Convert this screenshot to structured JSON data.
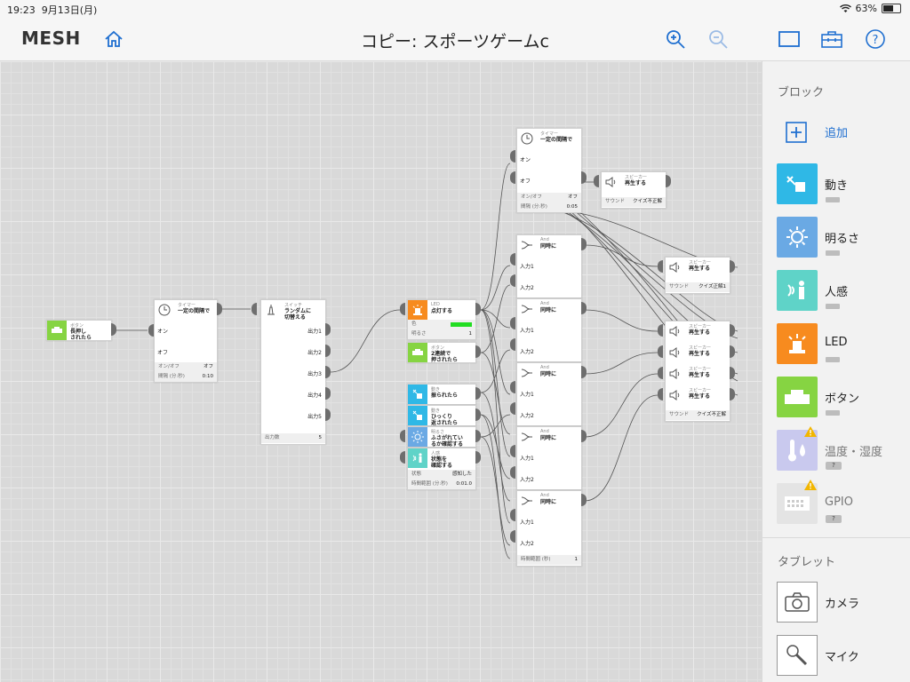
{
  "status": {
    "time": "19:23",
    "date": "9月13日(月)",
    "battery": "63%",
    "battery_level": 0.63
  },
  "header": {
    "logo": "MESH",
    "title": "コピー: スポーツゲームc"
  },
  "blocks": {
    "button1": {
      "cat": "ボタン",
      "name": "長押し\nされたら"
    },
    "timer1": {
      "cat": "タイマー",
      "name": "一定の間隔で",
      "p1": "オン",
      "p2": "オフ",
      "f1k": "オン/オフ",
      "f1v": "オフ",
      "f2k": "間隔 (分:秒)",
      "f2v": "0:10"
    },
    "switch": {
      "cat": "スイッチ",
      "name": "ランダムに\n切替える",
      "outs": [
        "出力1",
        "出力2",
        "出力3",
        "出力4",
        "出力5"
      ],
      "fk": "出力数",
      "fv": "5"
    },
    "led": {
      "cat": "LED",
      "name": "点灯する",
      "f1k": "色",
      "f2k": "明るさ",
      "f2v": "1",
      "color": "#22dd22"
    },
    "button2": {
      "cat": "ボタン",
      "name": "2連続で\n押されたら"
    },
    "move1": {
      "cat": "動き",
      "name": "振られたら"
    },
    "move2": {
      "cat": "動き",
      "name": "ひっくり\n返されたら"
    },
    "bright": {
      "cat": "明るさ",
      "name": "ふさがれてい\nるか確認する"
    },
    "human": {
      "cat": "人感",
      "name": "状態を\n確認する",
      "f1k": "状態",
      "f1v": "感知した",
      "f2k": "時間範囲 (分:秒)",
      "f2v": "0:01.0"
    },
    "timer2": {
      "cat": "タイマー",
      "name": "一定の間隔で",
      "p1": "オン",
      "p2": "オフ",
      "f1k": "オン/オフ",
      "f1v": "オフ",
      "f2k": "間隔 (分:秒)",
      "f2v": "0:05"
    },
    "speaker1": {
      "cat": "スピーカー",
      "name": "再生する",
      "fk": "サウンド",
      "fv": "クイズ不正解"
    },
    "speaker2": {
      "cat": "スピーカー",
      "name": "再生する",
      "fk": "サウンド",
      "fv": "クイズ正解1"
    },
    "speakers": [
      {
        "cat": "スピーカー",
        "name": "再生する"
      },
      {
        "cat": "スピーカー",
        "name": "再生する"
      },
      {
        "cat": "スピーカー",
        "name": "再生する"
      },
      {
        "cat": "スピーカー",
        "name": "再生する"
      }
    ],
    "speakers_fk": "サウンド",
    "speakers_fv": "クイズ不正解",
    "and_cat": "And",
    "and_name": "同時に",
    "and_in1": "入力1",
    "and_in2": "入力2",
    "and_fk": "時間範囲 (秒)",
    "and_fv": "1"
  },
  "sidebar": {
    "block_title": "ブロック",
    "add_label": "追加",
    "items": [
      {
        "label": "動き",
        "color": "#2fb8e6"
      },
      {
        "label": "明るさ",
        "color": "#6aa9e4"
      },
      {
        "label": "人感",
        "color": "#5fd3c8"
      },
      {
        "label": "LED",
        "color": "#f78b1f"
      },
      {
        "label": "ボタン",
        "color": "#86d442"
      },
      {
        "label": "温度・湿度",
        "color": "#c9c9ee",
        "q": "?"
      },
      {
        "label": "GPIO",
        "color": "#e4e4e4",
        "q": "?"
      }
    ],
    "tablet_title": "タブレット",
    "tablet_items": [
      {
        "label": "カメラ"
      },
      {
        "label": "マイク"
      }
    ]
  }
}
